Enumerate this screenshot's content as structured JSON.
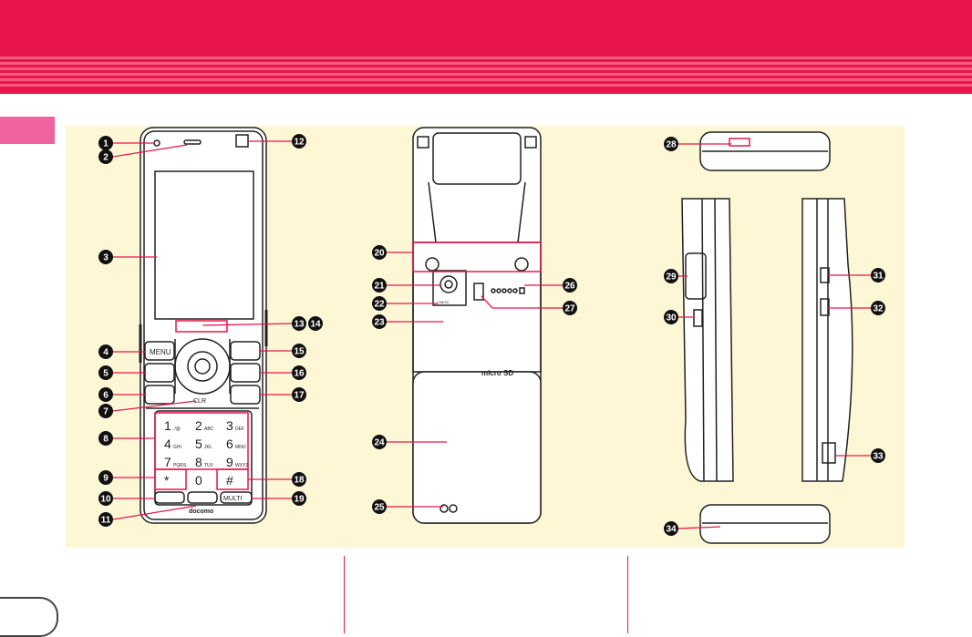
{
  "colors": {
    "header": "#e8164a",
    "panel": "#fdf7d6",
    "callout": "#e8164a",
    "tab": "#f062a0"
  },
  "callouts": [
    "1",
    "2",
    "3",
    "4",
    "5",
    "6",
    "7",
    "8",
    "9",
    "10",
    "11",
    "12",
    "13",
    "14",
    "15",
    "16",
    "17",
    "18",
    "19",
    "20",
    "21",
    "22",
    "23",
    "24",
    "25",
    "26",
    "27",
    "28",
    "29",
    "30",
    "31",
    "32",
    "33",
    "34"
  ],
  "phone_front": {
    "menu_key": "MENU",
    "clr_key": "CLR",
    "multi_key": "MULTI",
    "brand": "docomo",
    "keys": [
      {
        "num": "1",
        "sub": "./@"
      },
      {
        "num": "2",
        "sub": "ABC"
      },
      {
        "num": "3",
        "sub": "DEF"
      },
      {
        "num": "4",
        "sub": "GHI"
      },
      {
        "num": "5",
        "sub": "JKL"
      },
      {
        "num": "6",
        "sub": "MNO"
      },
      {
        "num": "7",
        "sub": "PQRS"
      },
      {
        "num": "8",
        "sub": "TUV"
      },
      {
        "num": "9",
        "sub": "WXYZ"
      },
      {
        "num": "*",
        "sub": ""
      },
      {
        "num": "0",
        "sub": ""
      },
      {
        "num": "#",
        "sub": ""
      }
    ]
  },
  "phone_back": {
    "micro_sd": "micro SD",
    "camera_label": "CMOS"
  }
}
